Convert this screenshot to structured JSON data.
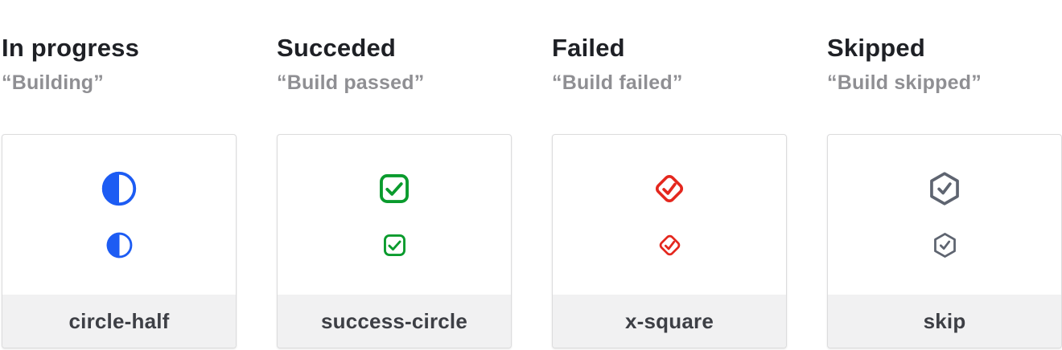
{
  "colors": {
    "in_progress_blue": "#1d5cf3",
    "success_green": "#0a9b2d",
    "failed_red": "#e4271e",
    "skipped_gray": "#5e6470",
    "heading_text": "#1e2025",
    "subtitle_text": "#8f8f93",
    "label_text": "#3d3f45",
    "card_footer_bg": "#f1f1f2",
    "card_border": "#dcdcdd"
  },
  "columns": [
    {
      "title": "In progress",
      "subtitle": "“Building”",
      "icon": "circle-half-icon",
      "icon_color": "#1d5cf3",
      "label": "circle-half"
    },
    {
      "title": "Succeded",
      "subtitle": "“Build passed”",
      "icon": "square-check-icon",
      "icon_color": "#0a9b2d",
      "label": "success-circle"
    },
    {
      "title": "Failed",
      "subtitle": "“Build failed”",
      "icon": "diamond-check-icon",
      "icon_color": "#e4271e",
      "label": "x-square"
    },
    {
      "title": "Skipped",
      "subtitle": "“Build skipped”",
      "icon": "hexagon-check-icon",
      "icon_color": "#5e6470",
      "label": "skip"
    }
  ]
}
